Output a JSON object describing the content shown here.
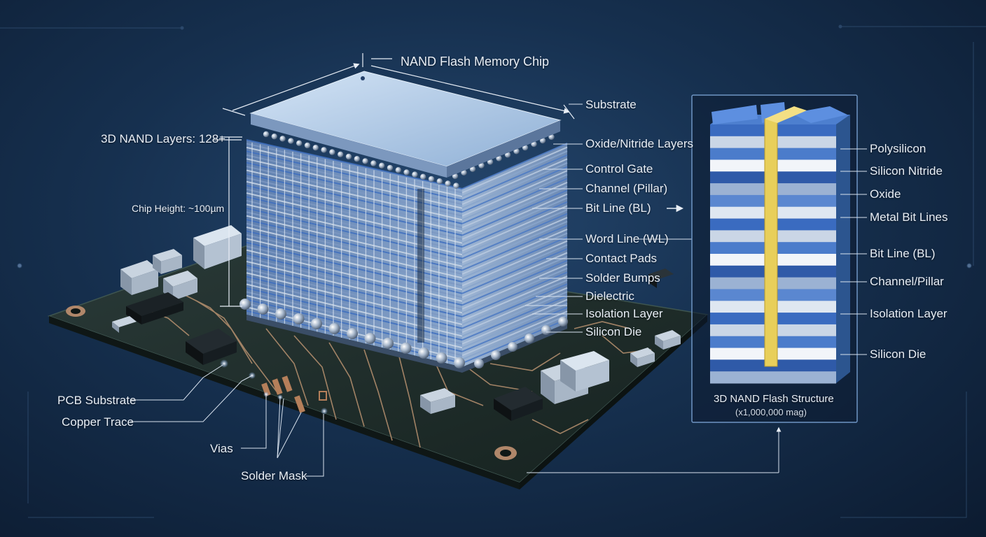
{
  "diagram": {
    "title": "NAND Flash Memory Chip",
    "layers_annotation": "3D NAND Layers: 128+",
    "height_annotation": "Chip Height: ~100µm",
    "chip_labels": [
      "Substrate",
      "Oxide/Nitride Layers",
      "Control Gate",
      "Channel (Pillar)",
      "Bit Line (BL)",
      "Word Line (WL)",
      "Contact Pads",
      "Solder Bumps",
      "Dielectric",
      "Isolation Layer",
      "Silicon Die"
    ],
    "board_labels": {
      "pcb_substrate": "PCB Substrate",
      "copper_trace": "Copper Trace",
      "vias": "Vias",
      "solder_mask": "Solder Mask"
    },
    "inset": {
      "title": "3D NAND Flash Structure",
      "magnification": "(x1,000,000 mag)",
      "labels": [
        "Polysilicon",
        "Silicon Nitride",
        "Oxide",
        "Metal Bit Lines",
        "Bit Line (BL)",
        "Channel/Pillar",
        "Isolation Layer",
        "Silicon Die"
      ]
    },
    "colors": {
      "background": "#16304f",
      "pcb": "#1f2f2c",
      "chip_top": "#a9c6e6",
      "layer_blue": "#3f6fbf",
      "layer_light": "#c9d6e6",
      "pillar": "#e8cf5a",
      "label_text": "#e8eef6"
    },
    "icons": [
      "right-arrow-icon",
      "up-arrow-icon"
    ]
  }
}
